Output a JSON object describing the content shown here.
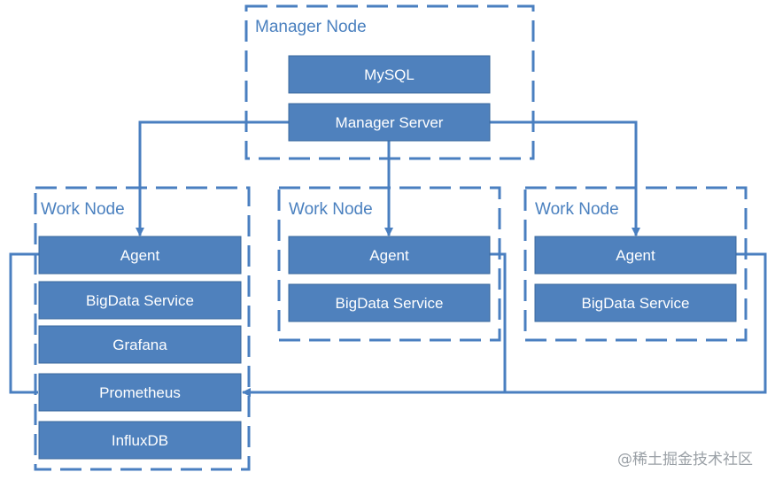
{
  "colors": {
    "accent": "#4a7fc0",
    "box_fill": "#4f81bd",
    "box_stroke": "#3a689d",
    "text_on_box": "#ffffff",
    "label": "#4a80bf",
    "watermark": "#9aa0a6"
  },
  "manager_node": {
    "label": "Manager Node",
    "mysql": "MySQL",
    "manager_server": "Manager Server"
  },
  "work_nodes": [
    {
      "label": "Work Node",
      "agent": "Agent",
      "bigdata_service": "BigData Service",
      "grafana": "Grafana",
      "prometheus": "Prometheus",
      "influxdb": "InfluxDB"
    },
    {
      "label": "Work Node",
      "agent": "Agent",
      "bigdata_service": "BigData Service"
    },
    {
      "label": "Work Node",
      "agent": "Agent",
      "bigdata_service": "BigData Service"
    }
  ],
  "watermark": "@稀土掘金技术社区"
}
